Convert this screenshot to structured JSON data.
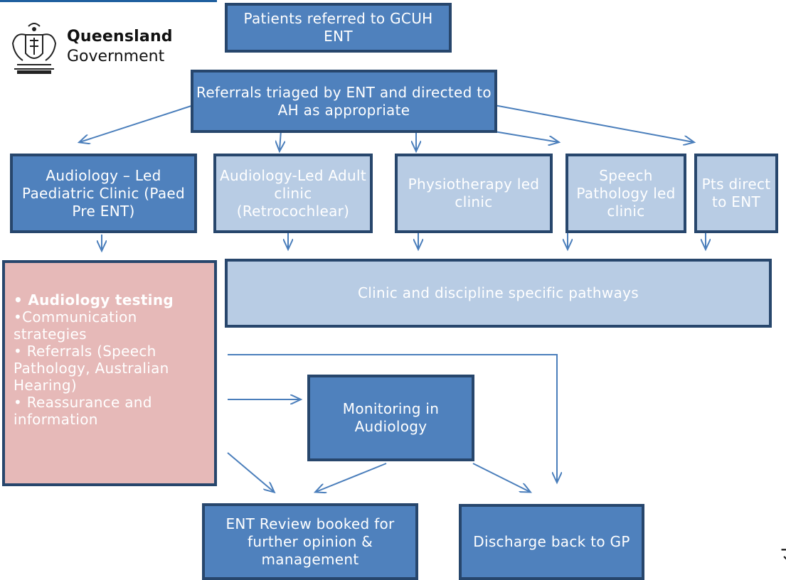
{
  "logo": {
    "line1": "Queensland",
    "line2": "Government"
  },
  "boxes": {
    "referred": "Patients referred to GCUH ENT",
    "triaged": "Referrals triaged by ENT and directed to AH as appropriate",
    "paed_clinic": "Audiology – Led Paediatric Clinic (Paed Pre ENT)",
    "adult_clinic": "Audiology-Led Adult clinic (Retrocochlear)",
    "physio_clinic": "Physiotherapy led clinic",
    "speech_clinic": "Speech Pathology led clinic",
    "direct_ent": "Pts direct to ENT",
    "pathways": "Clinic and discipline specific pathways",
    "monitoring": "Monitoring in Audiology",
    "ent_review": "ENT Review booked for further opinion & management",
    "discharge": "Discharge back to GP"
  },
  "paed_list": [
    "• Audiology testing",
    "•Communication strategies",
    "• Referrals (Speech Pathology, Australian Hearing)",
    "• Reassurance and information"
  ],
  "colors": {
    "dark_box": "#4f81bd",
    "light_box": "#b8cce4",
    "pink_box": "#e6b9b8",
    "border": "#27466c",
    "arrow": "#4a7ebb"
  }
}
